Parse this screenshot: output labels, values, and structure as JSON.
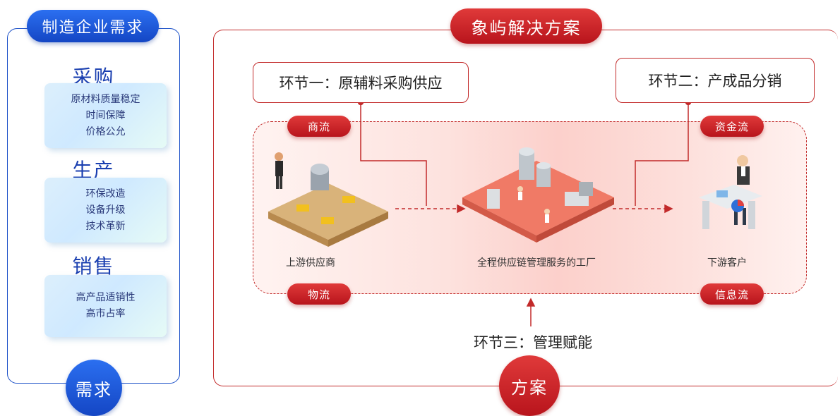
{
  "left_panel": {
    "title": "制造企业需求",
    "footer": "需求",
    "categories": [
      {
        "title": "采购",
        "items": [
          "原材料质量稳定",
          "时间保障",
          "价格公允"
        ]
      },
      {
        "title": "生产",
        "items": [
          "环保改造",
          "设备升级",
          "技术革新"
        ]
      },
      {
        "title": "销售",
        "items": [
          "高产品适销性",
          "高市占率"
        ]
      }
    ]
  },
  "right_panel": {
    "title": "象屿解决方案",
    "footer": "方案",
    "stage1": "环节一：原辅料采购供应",
    "stage2": "环节二：产成品分销",
    "stage3": "环节三：管理赋能",
    "flows": {
      "commerce": "商流",
      "capital": "资金流",
      "logistics": "物流",
      "information": "信息流"
    },
    "nodes": {
      "upstream": "上游供应商",
      "factory": "全程供应链管理服务的工厂",
      "downstream": "下游客户"
    }
  },
  "colors": {
    "blue": "#1a4fc8",
    "red": "#c22a2a"
  }
}
